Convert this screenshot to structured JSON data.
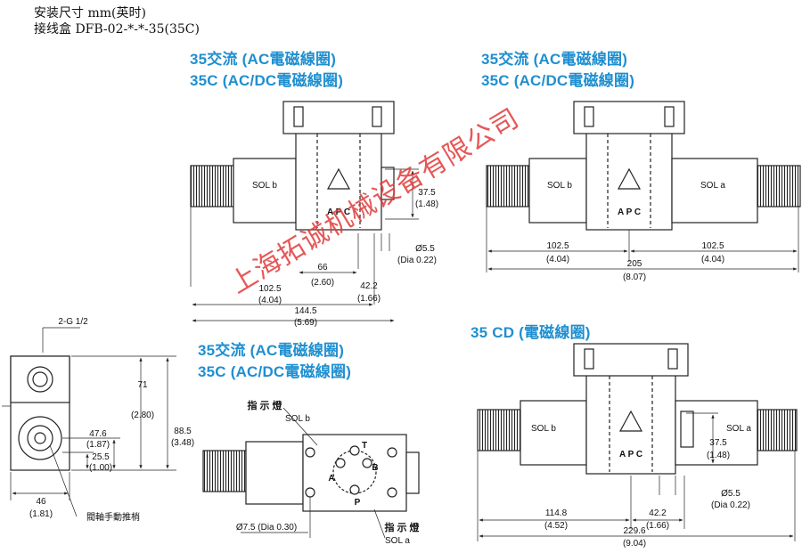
{
  "header": {
    "line1": "安装尺寸 mm(英时)",
    "line2": "接线盒 DFB-02-*-*-35(35C)"
  },
  "titles": {
    "top_left": [
      "35交流 (AC電磁線圈)",
      "35C (AC/DC電磁線圈)"
    ],
    "top_right": [
      "35交流 (AC電磁線圈)",
      "35C (AC/DC電磁線圈)"
    ],
    "bottom_middle": [
      "35交流 (AC電磁線圈)",
      "35C (AC/DC電磁線圈)"
    ],
    "bottom_right": [
      "35 CD (電磁線圈)"
    ]
  },
  "watermark": "上海拓诚机械设备有限公司",
  "views": {
    "top_left": {
      "sol_label": "SOL b",
      "logo": "A P C",
      "dims": [
        {
          "v": "37.5",
          "u": "(1.48)"
        },
        {
          "v": "Ø5.5",
          "u": "(Dia 0.22)"
        },
        {
          "v": "66",
          "u": "(2.60)"
        },
        {
          "v": "42.2",
          "u": "(1.66)"
        },
        {
          "v": "102.5",
          "u": "(4.04)"
        },
        {
          "v": "144.5",
          "u": "(5.69)"
        }
      ]
    },
    "top_right": {
      "sol_left": "SOL b",
      "sol_right": "SOL a",
      "logo": "A P C",
      "dims": [
        {
          "v": "102.5",
          "u": "(4.04)"
        },
        {
          "v": "102.5",
          "u": "(4.04)"
        },
        {
          "v": "205",
          "u": "(8.07)"
        }
      ]
    },
    "side": {
      "port": "2-G 1/2",
      "dims": [
        {
          "v": "71",
          "u": "(2.80)"
        },
        {
          "v": "88.5",
          "u": "(3.48)"
        },
        {
          "v": "47.6",
          "u": "(1.87)"
        },
        {
          "v": "25.5",
          "u": "(1.00)"
        },
        {
          "v": "46",
          "u": "(1.81)"
        }
      ],
      "note": "閥軸手動推梢"
    },
    "plan": {
      "indicator_top": "指 示 燈",
      "sol_b": "SOL b",
      "indicator_bottom": "指 示 燈",
      "sol_a": "SOL a",
      "ports": [
        "T",
        "B",
        "A",
        "P"
      ],
      "dim": "Ø7.5 (Dia 0.30)"
    },
    "bottom_right": {
      "sol_left": "SOL b",
      "sol_right": "SOL a",
      "logo": "A P C",
      "dims": [
        {
          "v": "37.5",
          "u": "(1.48)"
        },
        {
          "v": "Ø5.5",
          "u": "(Dia 0.22)"
        },
        {
          "v": "114.8",
          "u": "(4.52)"
        },
        {
          "v": "42.2",
          "u": "(1.66)"
        },
        {
          "v": "229.6",
          "u": "(9.04)"
        }
      ]
    }
  }
}
